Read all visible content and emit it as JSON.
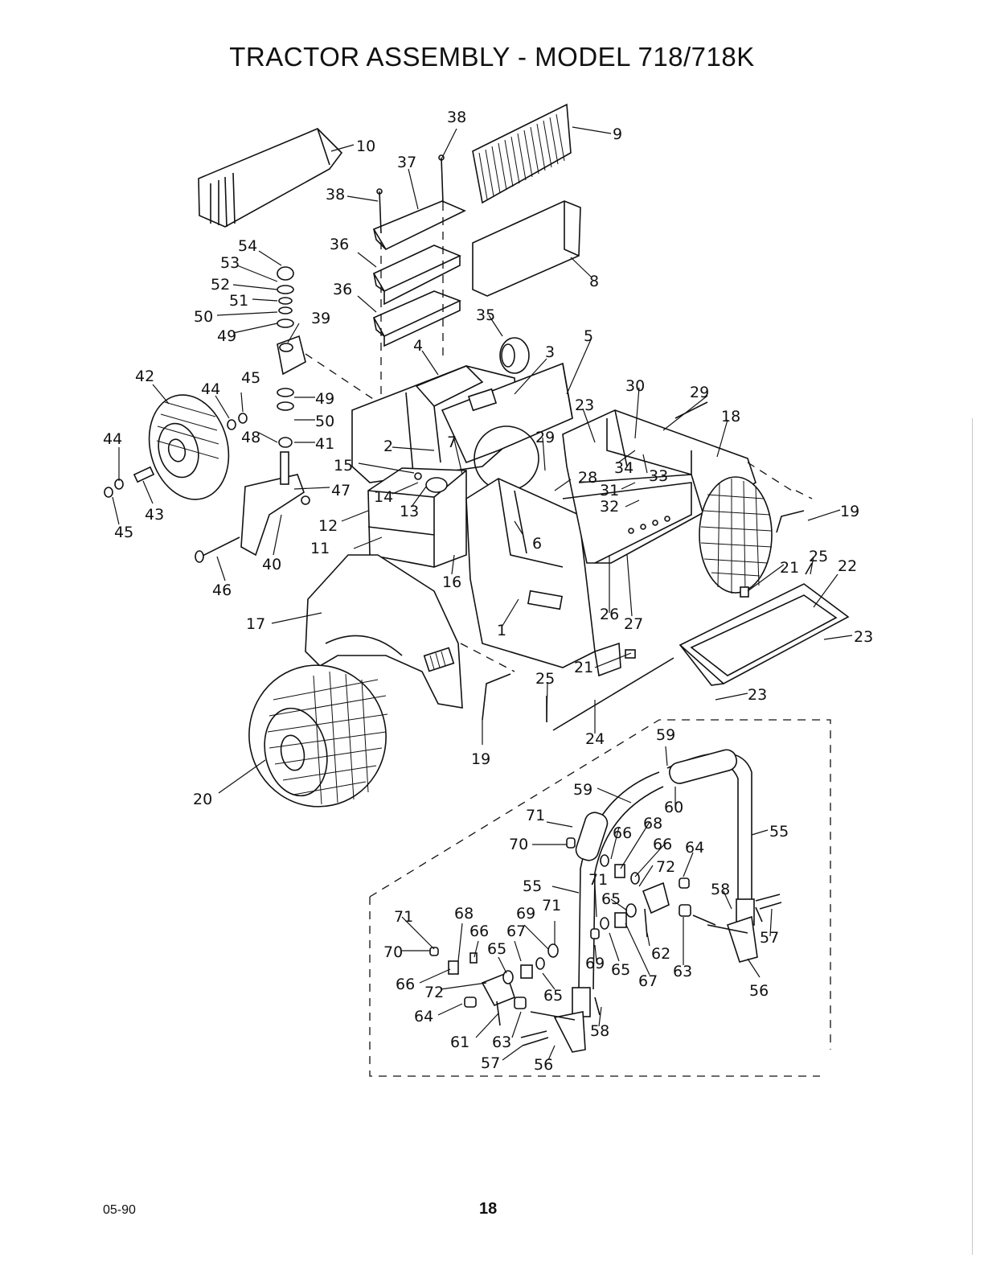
{
  "title": "TRACTOR  ASSEMBLY - MODEL 718/718K",
  "footer": {
    "date": "05-90",
    "page": "18"
  },
  "callouts": [
    "38",
    "9",
    "10",
    "37",
    "38",
    "54",
    "53",
    "36",
    "52",
    "51",
    "50",
    "8",
    "36",
    "49",
    "39",
    "35",
    "4",
    "3",
    "5",
    "42",
    "45",
    "44",
    "49",
    "30",
    "29",
    "50",
    "23",
    "18",
    "44",
    "48",
    "41",
    "2",
    "7",
    "29",
    "15",
    "34",
    "33",
    "47",
    "14",
    "28",
    "31",
    "32",
    "19",
    "13",
    "43",
    "12",
    "45",
    "6",
    "11",
    "40",
    "25",
    "21",
    "22",
    "16",
    "46",
    "26",
    "27",
    "17",
    "1",
    "23",
    "21",
    "25",
    "23",
    "19",
    "24",
    "59",
    "20",
    "59",
    "60",
    "71",
    "55",
    "66",
    "68",
    "70",
    "66",
    "64",
    "72",
    "55",
    "71",
    "58",
    "65",
    "71",
    "68",
    "69",
    "71",
    "62",
    "57",
    "66",
    "67",
    "70",
    "65",
    "69",
    "65",
    "63",
    "66",
    "67",
    "56",
    "72",
    "65",
    "64",
    "58",
    "61",
    "63",
    "57",
    "56"
  ]
}
